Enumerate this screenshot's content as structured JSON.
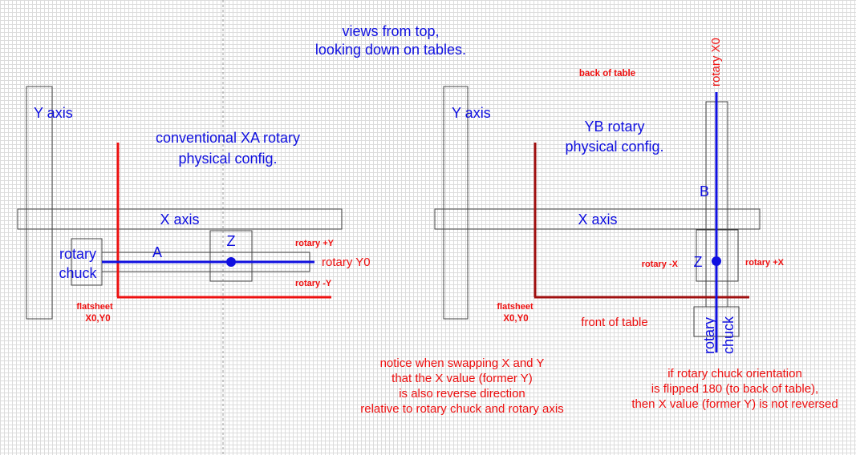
{
  "title": {
    "line1": "views from top,",
    "line2": "looking down on tables."
  },
  "colors": {
    "blue": "#1010e0",
    "red": "#ee1010",
    "dark_red": "#a01010",
    "outline": "#444444",
    "grid": "#dcdcdc"
  },
  "left": {
    "y_axis": "Y axis",
    "x_axis": "X axis",
    "config_line1": "conventional XA rotary",
    "config_line2": "physical config.",
    "rotary_line1": "rotary",
    "rotary_line2": "chuck",
    "a_label": "A",
    "z_label": "Z",
    "rotary_plus_y": "rotary +Y",
    "rotary_y0": "rotary Y0",
    "rotary_minus_y": "rotary -Y",
    "flatsheet": "flatsheet",
    "origin": "X0,Y0"
  },
  "right": {
    "y_axis": "Y axis",
    "x_axis": "X axis",
    "back_of_table": "back of table",
    "rotary_x0": "rotary X0",
    "config_line1": "YB rotary",
    "config_line2": "physical config.",
    "b_label": "B",
    "z_label": "Z",
    "rotary_minus_x": "rotary -X",
    "rotary_plus_x": "rotary +X",
    "flatsheet": "flatsheet",
    "origin": "X0,Y0",
    "front_of_table": "front of table",
    "chuck_line1": "rotary",
    "chuck_line2": "chuck"
  },
  "notes": {
    "swap": [
      "notice when swapping X and Y",
      "that the X value (former Y)",
      "is also reverse direction",
      "relative to rotary chuck and rotary axis"
    ],
    "flip": [
      "if rotary chuck orientation",
      "is flipped 180 (to back of table),",
      "then X value (former Y) is not reversed"
    ]
  }
}
